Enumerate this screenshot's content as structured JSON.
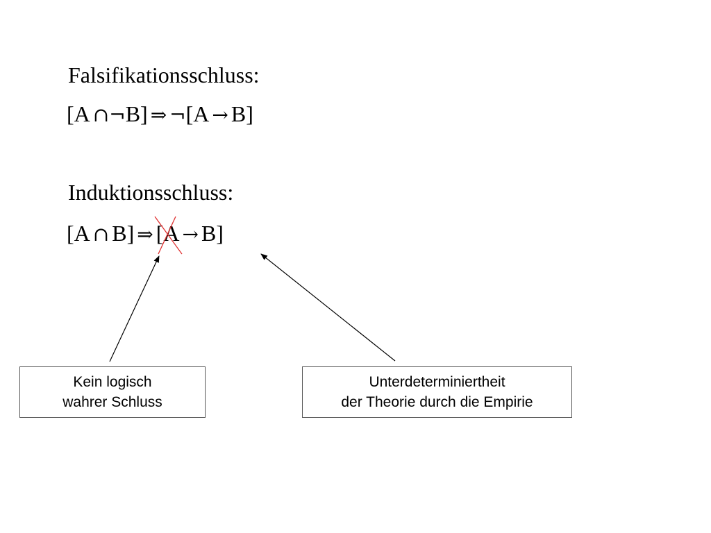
{
  "falsification": {
    "heading": "Falsifikationsschluss:",
    "formula": {
      "lbracket": "[",
      "a": "A",
      "cap": "∩",
      "neg1": "¬",
      "b": "B",
      "rbracket": "]",
      "implies": "⇒",
      "neg2": "¬",
      "lbracket2": "[",
      "a2": "A",
      "arrow": "→",
      "b2": "B",
      "rbracket2": "]"
    }
  },
  "induction": {
    "heading": "Induktionsschluss:",
    "formula": {
      "lbracket": "[",
      "a": "A",
      "cap": "∩",
      "b": "B",
      "rbracket": "]",
      "implies": "⇒",
      "lbracket2": "[",
      "a2": "A",
      "arrow": "→",
      "b2": "B",
      "rbracket2": "]"
    }
  },
  "annotations": {
    "left_box": {
      "line1": "Kein logisch",
      "line2": "wahrer Schluss"
    },
    "right_box": {
      "line1": "Unterdeterminiertheit",
      "line2": "der Theorie durch die Empirie"
    }
  },
  "colors": {
    "cross_out": "#e03030",
    "text": "#000000",
    "box_border": "#555555"
  }
}
